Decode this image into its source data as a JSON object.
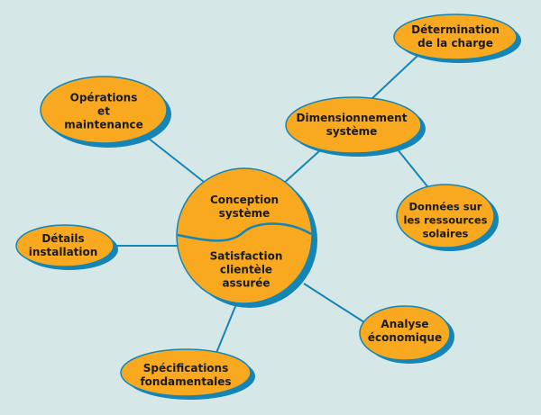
{
  "colors": {
    "background": "#d6e7e7",
    "node_fill": "#f8a91f",
    "accent_blue": "#1585b5",
    "text": "#1b1b1b"
  },
  "center": {
    "top_label": [
      "Conception",
      "système"
    ],
    "bottom_label": [
      "Satisfaction",
      "clientèle",
      "assurée"
    ]
  },
  "nodes": [
    {
      "id": "determination",
      "lines": [
        "Détermination",
        "de la charge"
      ]
    },
    {
      "id": "dimensionnement",
      "lines": [
        "Dimensionnement",
        "système"
      ]
    },
    {
      "id": "operations",
      "lines": [
        "Opérations",
        "et",
        "maintenance"
      ]
    },
    {
      "id": "donnees",
      "lines": [
        "Données sur",
        "les ressources",
        "solaires"
      ]
    },
    {
      "id": "details",
      "lines": [
        "Détails",
        "installation"
      ]
    },
    {
      "id": "analyse",
      "lines": [
        "Analyse",
        "économique"
      ]
    },
    {
      "id": "specifications",
      "lines": [
        "Spécifications",
        "fondamentales"
      ]
    }
  ]
}
